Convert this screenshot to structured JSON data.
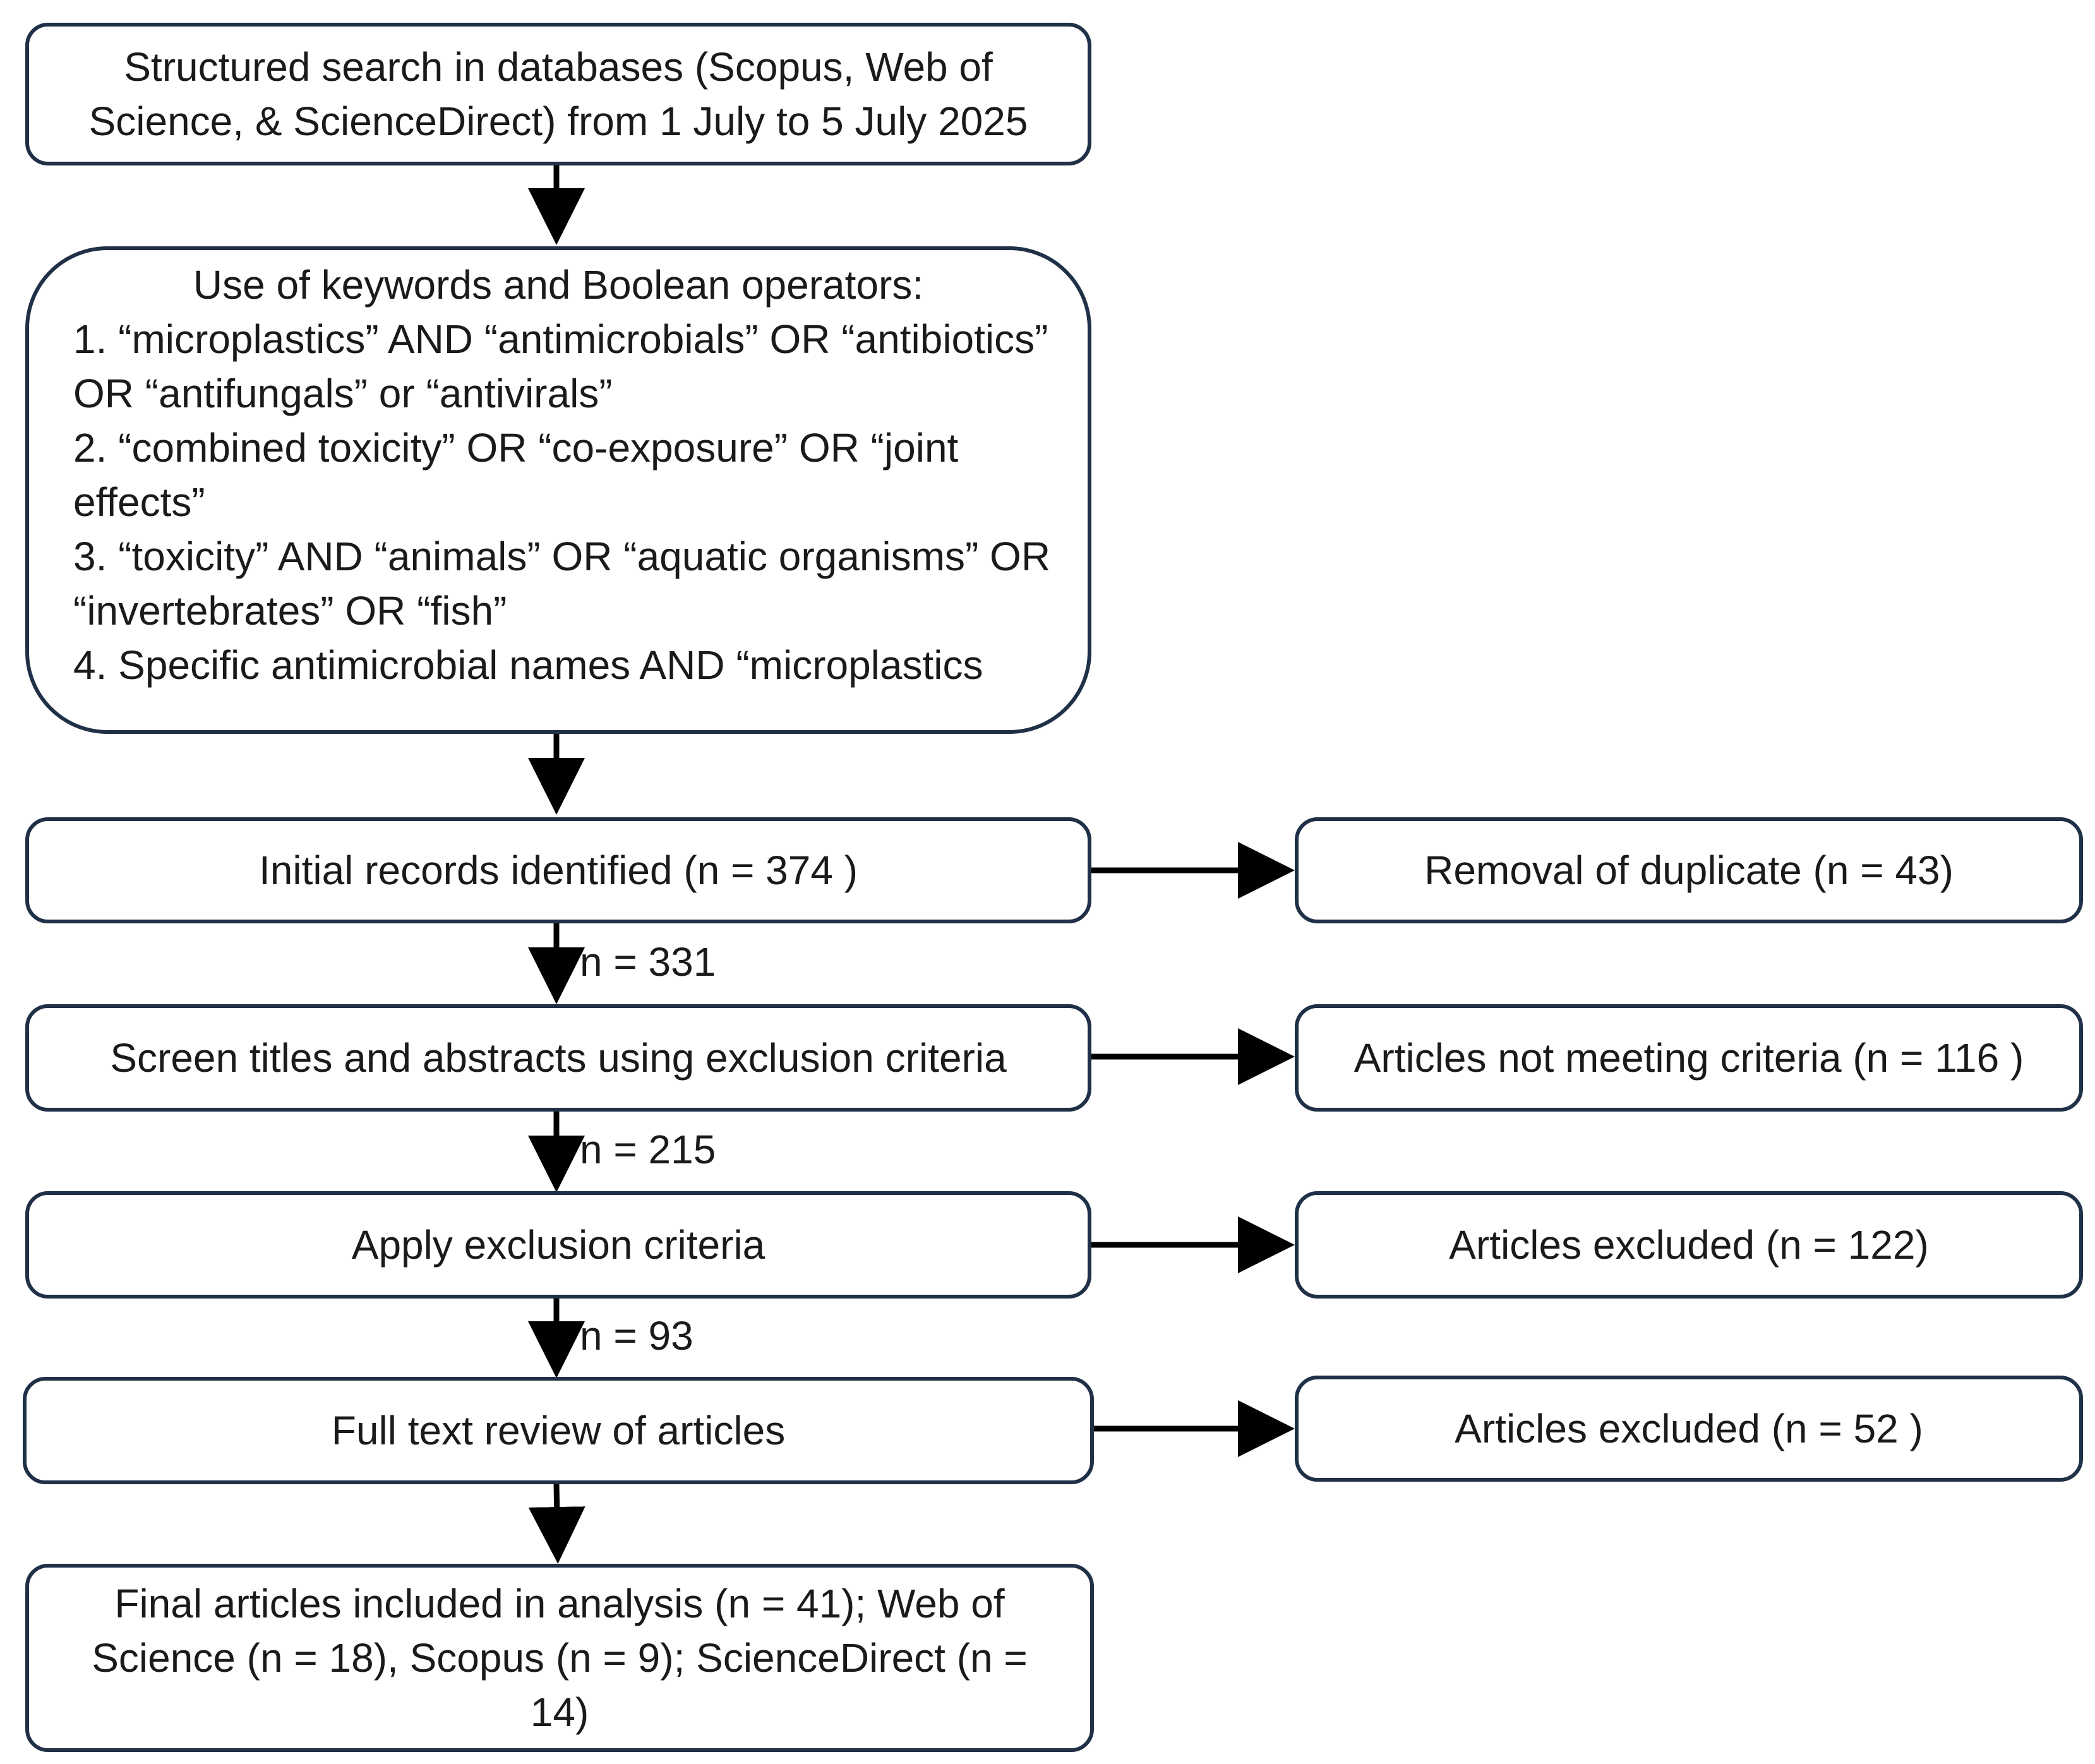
{
  "flow": {
    "search": "Structured search in databases (Scopus, Web of Science, & ScienceDirect) from 1 July to 5 July 2025",
    "keywords": {
      "title": "Use of keywords and Boolean operators:",
      "items": [
        "1. “microplastics” AND “antimicrobials” OR “antibiotics” OR “antifungals” or “antivirals”",
        "2. “combined toxicity” OR “co-exposure” OR “joint effects”",
        "3. “toxicity” AND “animals” OR “aquatic organisms” OR “invertebrates” OR “fish”",
        "4. Specific antimicrobial names AND “microplastics"
      ]
    },
    "initial": "Initial records identified (n = 374 )",
    "screen": "Screen titles and abstracts using exclusion criteria",
    "apply": "Apply exclusion criteria",
    "fulltext": "Full text review of articles",
    "final": "Final articles included in analysis (n = 41); Web of Science (n = 18), Scopus (n = 9); ScienceDirect (n = 14)"
  },
  "side": {
    "duplicates": "Removal of duplicate  (n = 43)",
    "not_meeting": "Articles not meeting criteria  (n = 116 )",
    "excluded_1": "Articles excluded  (n = 122)",
    "excluded_2": "Articles excluded  (n = 52 )"
  },
  "counts": {
    "after_duplicates": "n = 331",
    "after_screen": "n = 215",
    "after_apply": "n = 93"
  }
}
